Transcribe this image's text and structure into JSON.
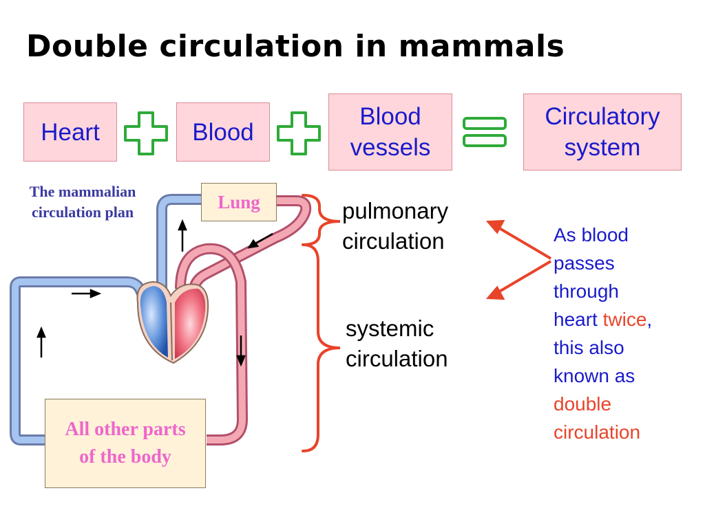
{
  "title": "Double circulation in mammals",
  "equation": {
    "heart": "Heart",
    "blood": "Blood",
    "vessels_line1": "Blood",
    "vessels_line2": "vessels",
    "system_line1": "Circulatory",
    "system_line2": "system",
    "operator_color": "#2eaa3a",
    "box_color": "#ffd6db",
    "text_color": "#1a1acc"
  },
  "diagram": {
    "plan_line1": "The mammalian",
    "plan_line2": "circulation plan",
    "lung": "Lung",
    "body_line1": "All other parts",
    "body_line2": "of the body",
    "deoxygenated_color": "#5b8ed8",
    "oxygenated_color": "#f08a98"
  },
  "labels": {
    "pulmonary_line1": "pulmonary",
    "pulmonary_line2": "circulation",
    "systemic_line1": "systemic",
    "systemic_line2": "circulation",
    "bracket_color": "#e8442a"
  },
  "note": {
    "part1": "As blood",
    "part2": "passes",
    "part3": "through",
    "part4": "heart ",
    "twice": "twice",
    "comma": ",",
    "part5": "this also",
    "part6": "known as",
    "double": "double",
    "circulation": "circulation"
  }
}
